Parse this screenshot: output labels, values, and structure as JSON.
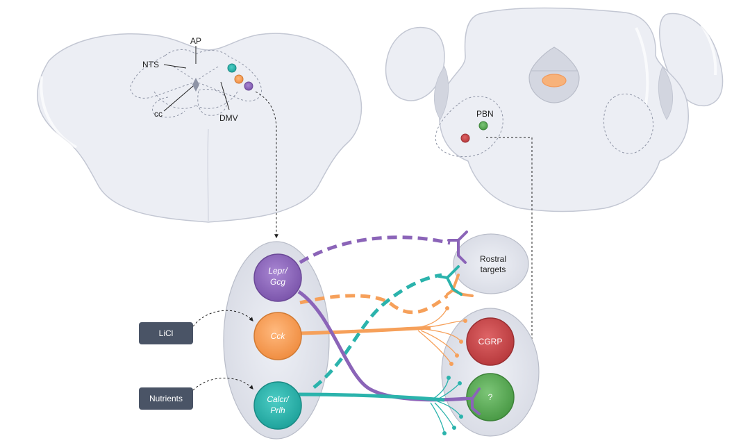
{
  "brainstem_section": {
    "labels": {
      "ap": "AP",
      "nts": "NTS",
      "cc": "cc",
      "dmv": "DMV"
    }
  },
  "pons_section": {
    "labels": {
      "pbn": "PBN"
    }
  },
  "nts_neurons": {
    "lepr_gcg": [
      "Lepr/",
      "Gcg"
    ],
    "cck": "Cck",
    "calcr_prlh": [
      "Calcr/",
      "Prlh"
    ]
  },
  "pbn_neurons": {
    "cgrp": "CGRP",
    "unknown": "?"
  },
  "rostral_targets": [
    "Rostral",
    "targets"
  ],
  "inputs": {
    "licl": "LiCl",
    "nutrients": "Nutrients"
  },
  "colors": {
    "purple": "#8b64b8",
    "orange": "#f6a05a",
    "teal": "#2bb3ac",
    "red": "#c94548",
    "green": "#5aac55",
    "tissue": "#eceef4",
    "tissue_stroke": "#c3c7d3",
    "input_box": "#4a5466"
  }
}
